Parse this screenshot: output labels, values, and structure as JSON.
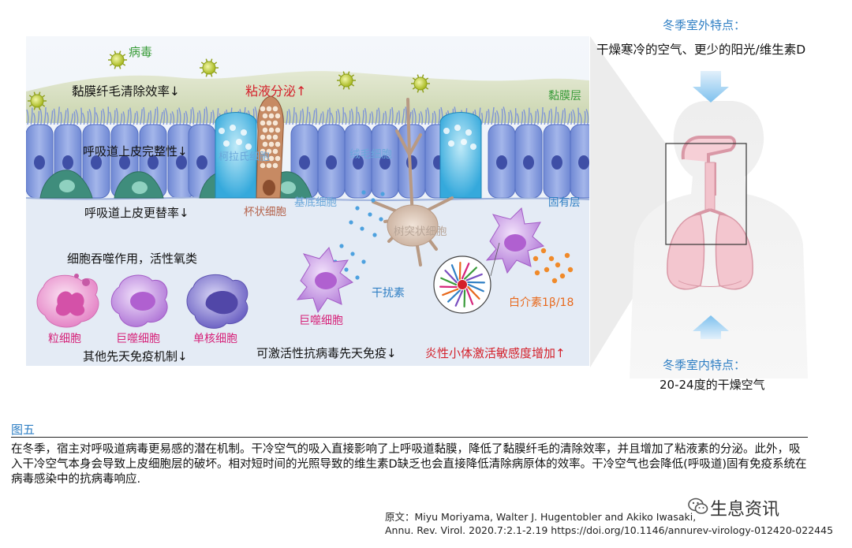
{
  "diagram": {
    "virus": "病毒",
    "mucus_layer": "黏膜层",
    "cilia_clearance": "黏膜纤毛清除效率↓",
    "mucus_secretion": "粘液分泌↑",
    "epithelium_integrity": "呼吸道上皮完整性↓",
    "clara_cell": "柯拉氏细胞",
    "ciliated_cell": "绒毛细胞",
    "goblet_cell": "杯状细胞",
    "basal_cell": "基底细胞",
    "lamina_propria": "固有层",
    "epithelium_renewal": "呼吸道上皮更替率↓",
    "dendritic_cell": "树突状细胞",
    "phagocytosis": "细胞吞噬作用，活性氧类",
    "interferon": "干扰素",
    "macrophage_big": "巨噬细胞",
    "il1b": "白介素1β/18",
    "granulocyte": "粒细胞",
    "macrophage": "巨噬细胞",
    "monocyte": "单核细胞",
    "other_innate": "其他先天免疫机制↓",
    "inducible_immunity": "可激活性抗病毒先天免疫↓",
    "inflammasome": "炎性小体激活敏感度增加↑"
  },
  "side": {
    "outdoor_title": "冬季室外特点：",
    "outdoor_text": "干燥寒冷的空气、更少的阳光/维生素D",
    "indoor_title": "冬季室内特点：",
    "indoor_text": "20-24度的干燥空气"
  },
  "figure": {
    "label": "图五",
    "caption": "在冬季，宿主对呼吸道病毒更易感的潜在机制。干冷空气的吸入直接影响了上呼吸道黏膜，降低了黏膜纤毛的清除效率，并且增加了粘液素的分泌。此外，吸入干冷空气本身会导致上皮细胞层的破坏。相对短时间的光照导致的维生素D缺乏也会直接降低清除病原体的效率。干冷空气也会降低(呼吸道)固有免疫系统在病毒感染中的抗病毒响应."
  },
  "source": {
    "line1": "原文：Miyu Moriyama, Walter J. Hugentobler and Akiko Iwasaki,",
    "line2": "Annu. Rev. Virol. 2020.7:2.1-2.19 https://doi.org/10.1146/annurev-virology-012420-022445"
  },
  "watermark": {
    "text": "生息资讯",
    "icon": "wechat-icon"
  },
  "colors": {
    "label_blue": "#2f7fc4",
    "label_red": "#d4202a",
    "label_orange": "#e8691c",
    "label_pink": "#d6237a",
    "epithelium_blue": "#7d96dc",
    "mucus_green": "#cfd9b5",
    "lamina_blue": "#e3ebf6"
  }
}
